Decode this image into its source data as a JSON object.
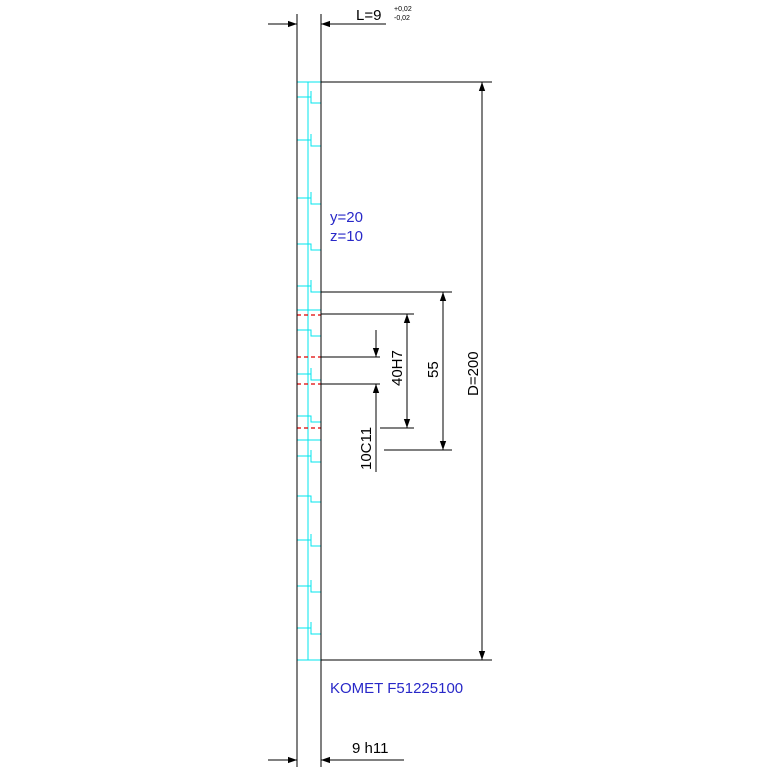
{
  "colors": {
    "cutter_outline": "#00e5ee",
    "annotation_text": "#2828c8",
    "dimension_lines": "#000000",
    "hidden_lines": "#e00000"
  },
  "dimensions": {
    "width_top": {
      "label": "L=9",
      "tol_upper": "+0,02",
      "tol_lower": "-0,02"
    },
    "diameter": "D=200",
    "hub_diameter": "55",
    "bore": "40H7",
    "keyway": "10C11",
    "width_bottom": "9 h11"
  },
  "cutter": {
    "teeth_count_label": "y=20",
    "z_label": "z=10",
    "part_number": "KOMET F51225100"
  }
}
